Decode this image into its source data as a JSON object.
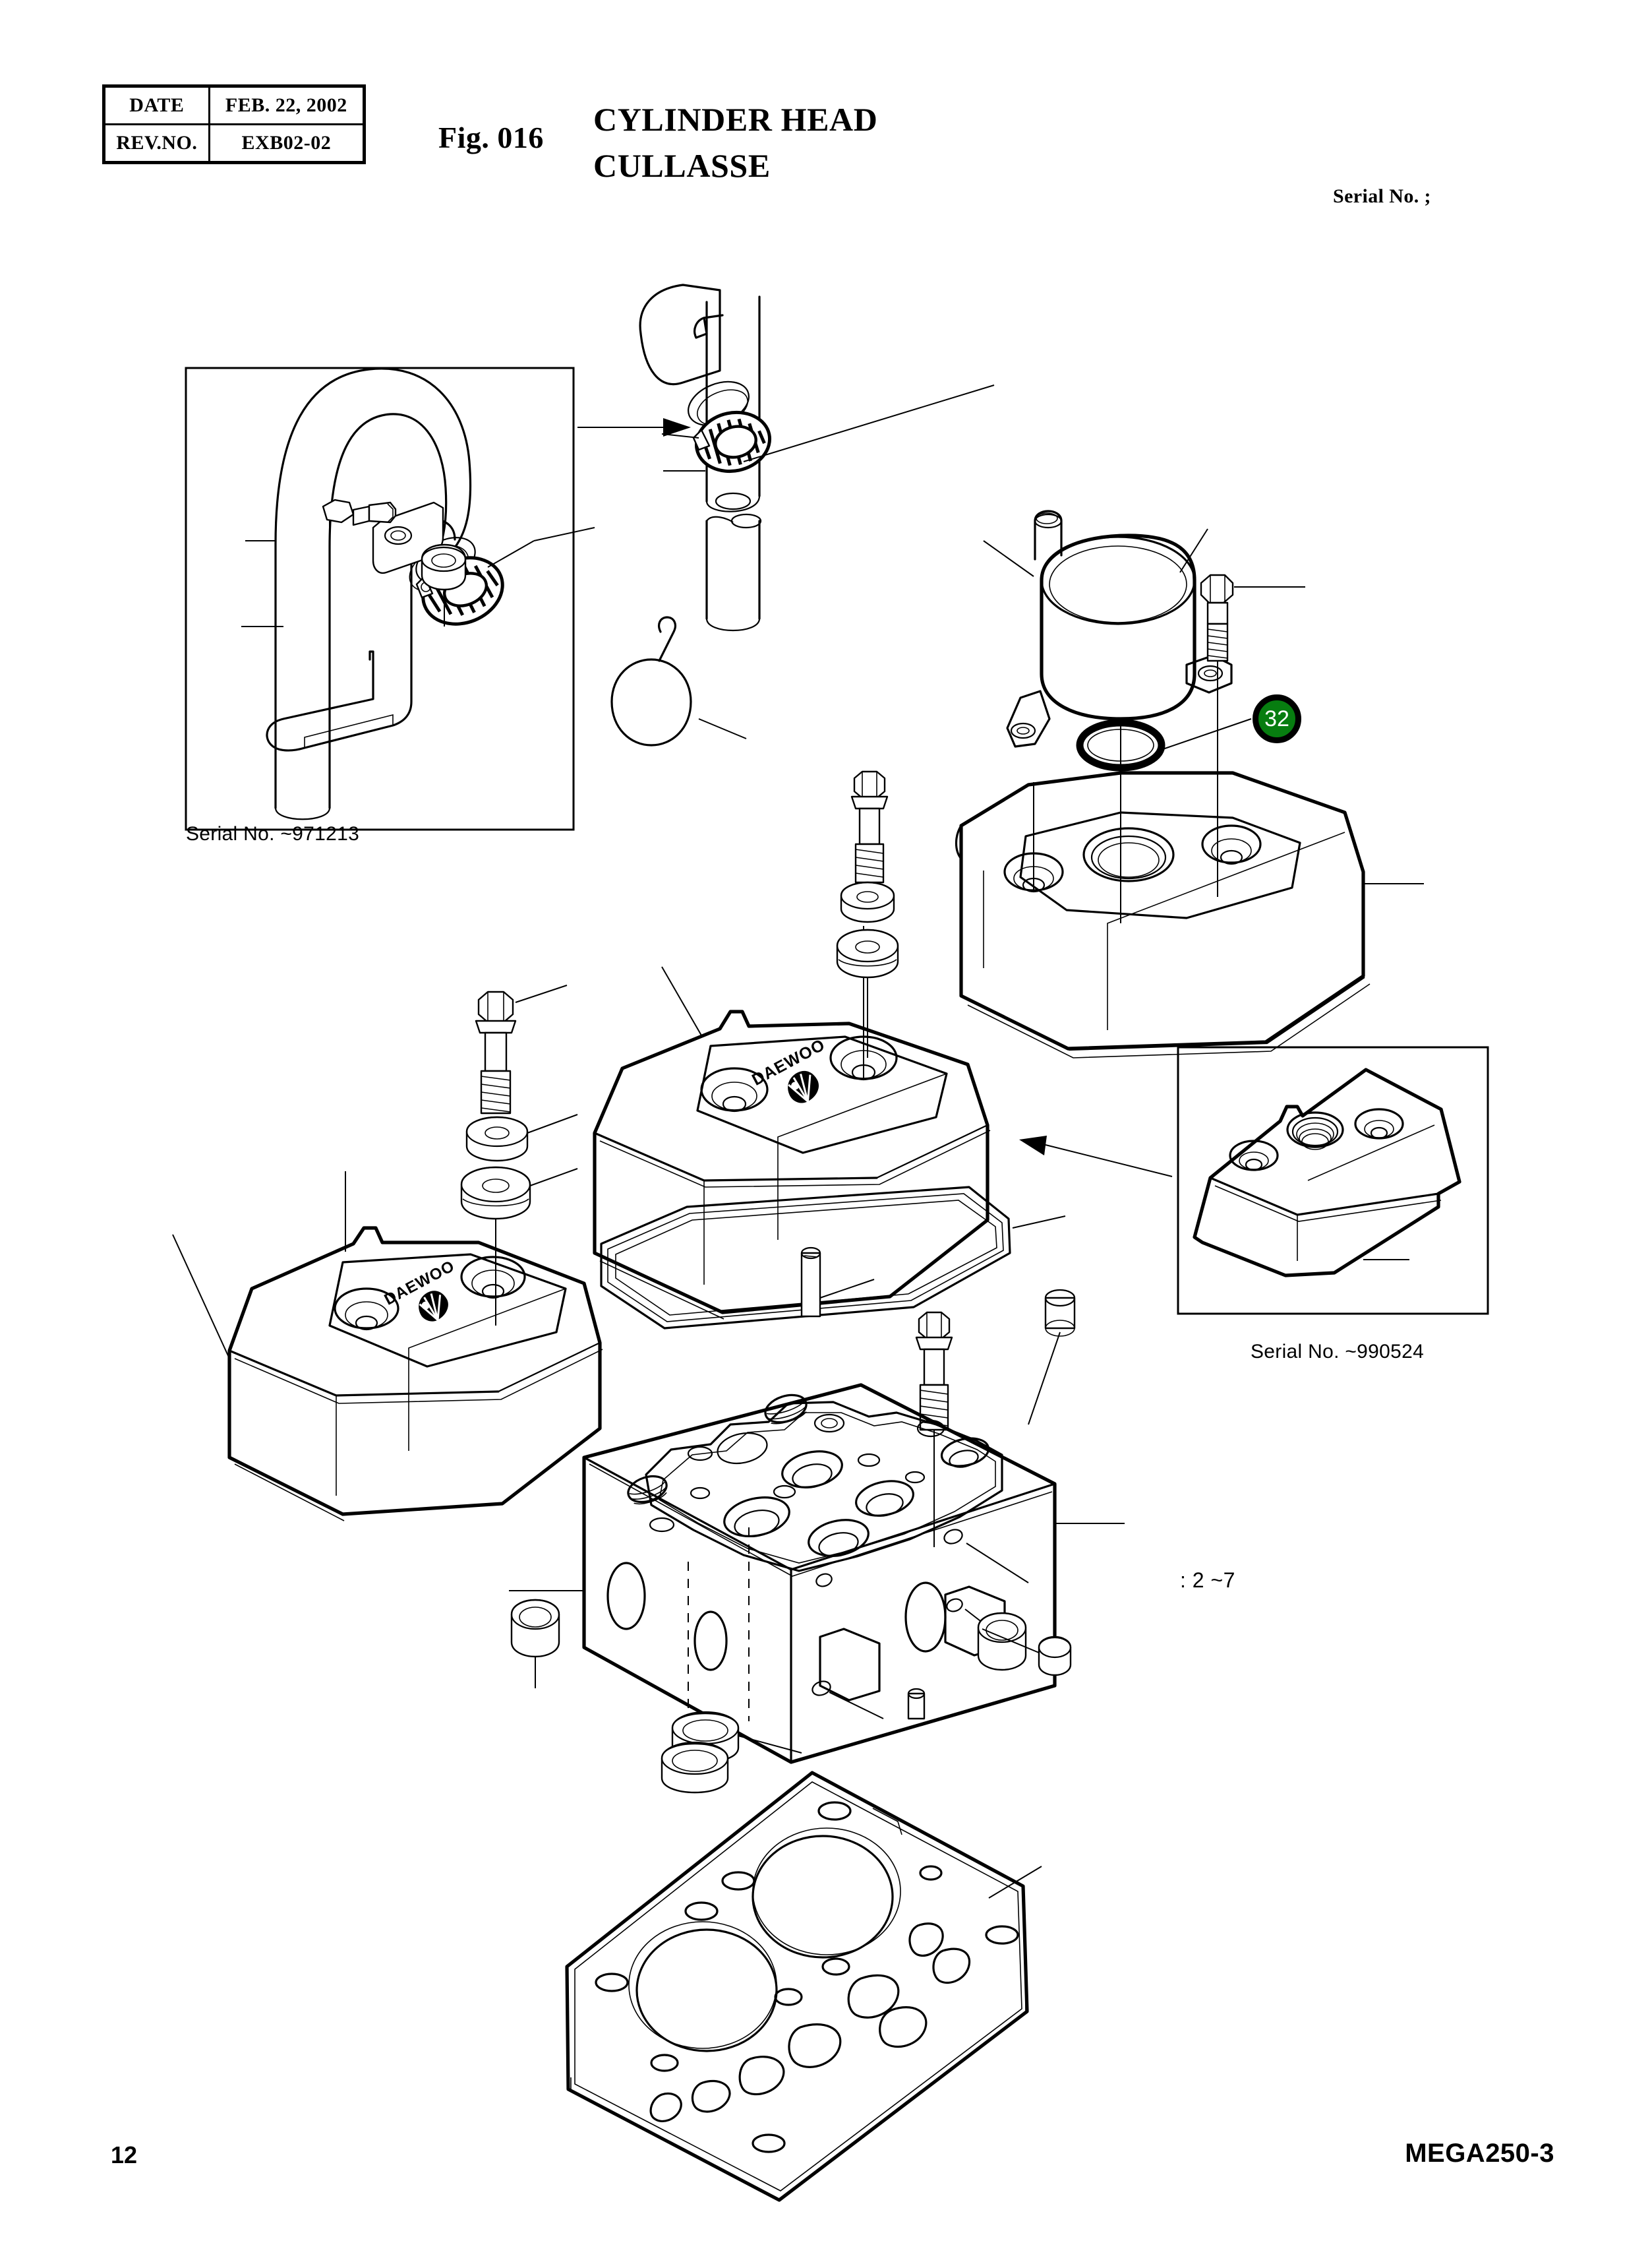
{
  "document": {
    "page_number": "12",
    "model_code": "MEGA250-3"
  },
  "header": {
    "table": {
      "rows": [
        {
          "label": "DATE",
          "value": "FEB. 22, 2002"
        },
        {
          "label": "REV.NO.",
          "value": "EXB02-02"
        }
      ]
    },
    "figure_number": "Fig. 016",
    "title_en": "CYLINDER HEAD",
    "title_fr": "CULLASSE",
    "serial_note": "Serial No. ;"
  },
  "diagram": {
    "name": "cylinder-head-exploded-view",
    "brand_emblem": "DAEWOO",
    "insets": [
      {
        "name": "upper-left-inset",
        "caption": "Serial No. ~971213",
        "arrow": "arrow-right-icon",
        "contents": "breather hose, hose clamp, bracket, bolt, grommet"
      },
      {
        "name": "lower-right-inset",
        "caption": "Serial No. ~990524",
        "arrow": "arrow-left-icon",
        "contents": "alternate rocker cover with threaded oil filler boss"
      }
    ],
    "annotations": [
      {
        "name": "quantity-note",
        "text": ": 2 ~7"
      }
    ],
    "callouts": [
      {
        "name": "callout-32",
        "number": "32",
        "color": "#077d10",
        "target": "o-ring-seal"
      }
    ],
    "parts": [
      "breather pipe",
      "hose clamp",
      "oil filler cap assembly",
      "o-ring seal",
      "rocker cover (upper)",
      "rocker cover (left)",
      "rocker cover gasket",
      "cap bolt",
      "washer",
      "rubber seal washer",
      "cylinder head casting",
      "core plug",
      "dowel pin",
      "cylinder head gasket"
    ]
  }
}
